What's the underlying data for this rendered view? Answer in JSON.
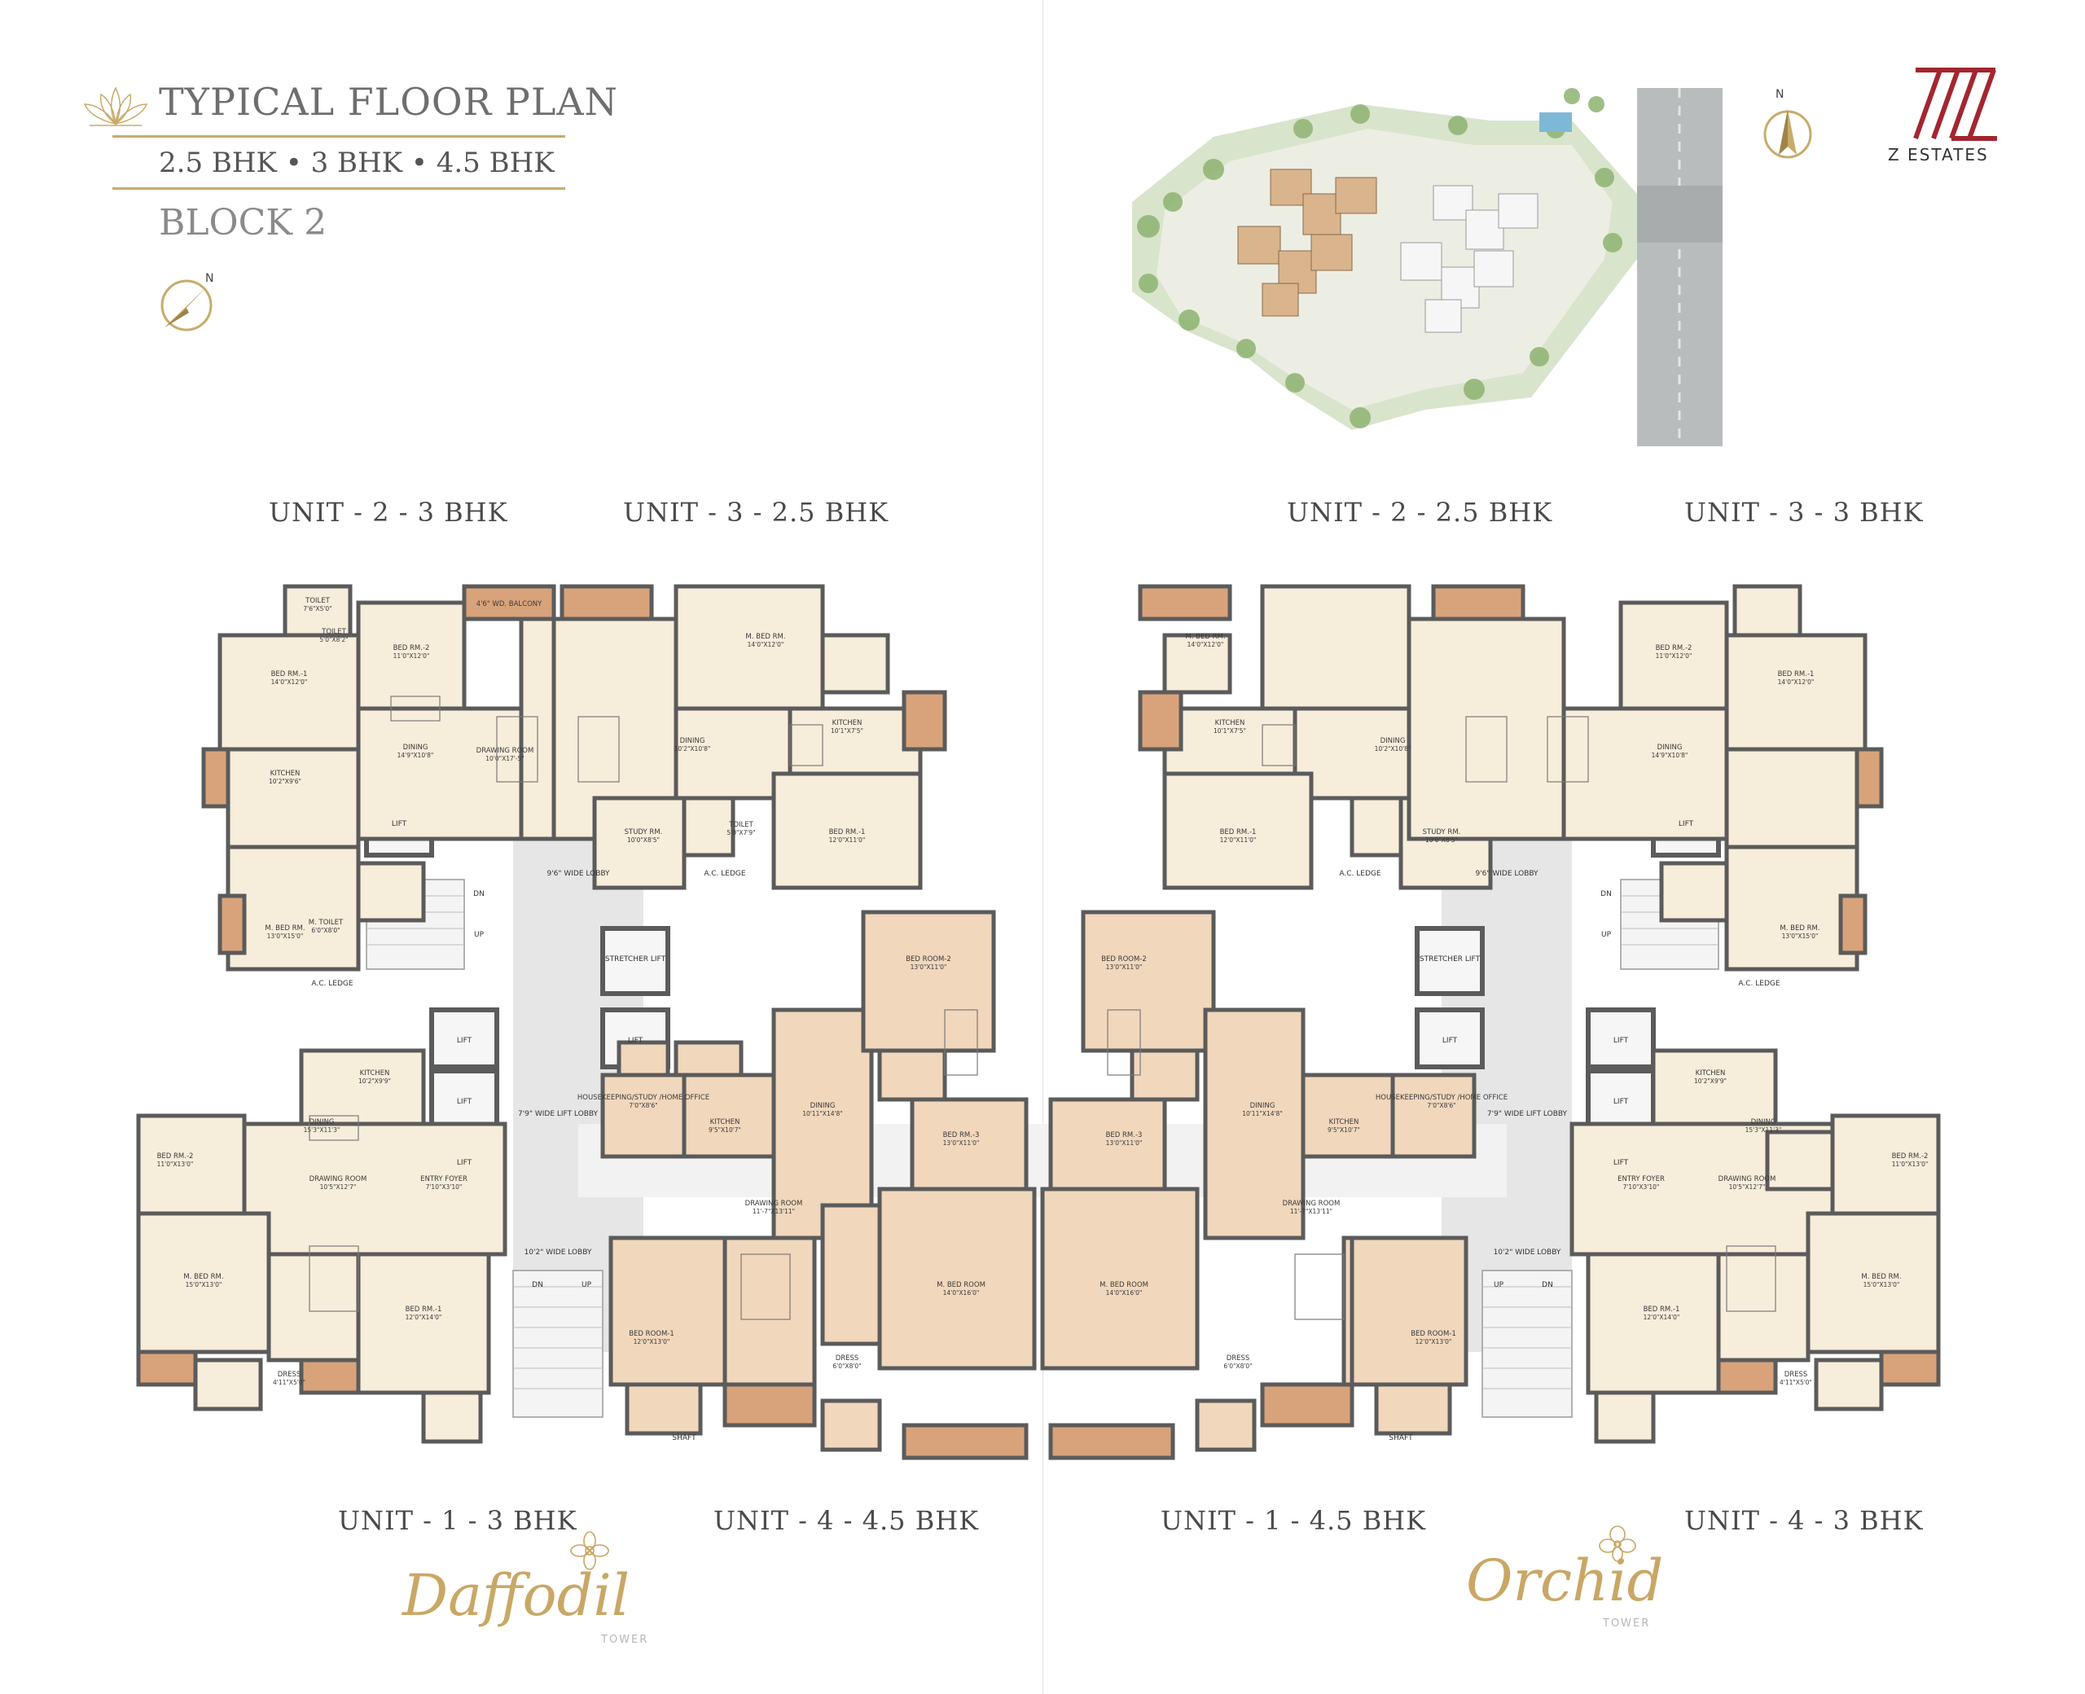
{
  "header": {
    "title": "TYPICAL FLOOR PLAN",
    "subtitle": "2.5 BHK • 3 BHK • 4.5 BHK",
    "block": "BLOCK 2",
    "compass_label": "N"
  },
  "brand": {
    "name": "Z ESTATES",
    "color": "#a3262f",
    "accent": "#c8ab6a"
  },
  "site_plan": {
    "compass_label": "N"
  },
  "unit_labels": {
    "top_left_1": "UNIT - 2 - 3 BHK",
    "top_left_2": "UNIT - 3 - 2.5 BHK",
    "top_right_1": "UNIT - 2 - 2.5 BHK",
    "top_right_2": "UNIT - 3 - 3 BHK",
    "bottom_left_1": "UNIT - 1 - 3 BHK",
    "bottom_left_2": "UNIT - 4 - 4.5 BHK",
    "bottom_right_1": "UNIT - 1 - 4.5 BHK",
    "bottom_right_2": "UNIT - 4 - 3 BHK"
  },
  "towers": {
    "left": {
      "name": "Daffodil",
      "sub": "TOWER"
    },
    "right": {
      "name": "Orchid",
      "sub": "TOWER"
    }
  },
  "rooms": [
    {
      "name": "BED RM.-2",
      "dim": "11'0\"X12'0\""
    },
    {
      "name": "BED RM.-1",
      "dim": "14'0\"X12'0\""
    },
    {
      "name": "TOILET",
      "dim": "7'6\"X5'0\""
    },
    {
      "name": "TOILET",
      "dim": "5'0\"X8'2\""
    },
    {
      "name": "4'6\" WD. BALCONY",
      "dim": ""
    },
    {
      "name": "DINING",
      "dim": "14'9\"X10'8\""
    },
    {
      "name": "DRAWING ROOM",
      "dim": "10'0\"X17'-5\""
    },
    {
      "name": "KITCHEN",
      "dim": "10'2\"X9'6\""
    },
    {
      "name": "M. BED RM.",
      "dim": "13'0\"X15'0\""
    },
    {
      "name": "M. TOILET",
      "dim": "6'0\"X8'0\""
    },
    {
      "name": "M. BED RM.",
      "dim": "14'0\"X12'0\""
    },
    {
      "name": "KITCHEN",
      "dim": "10'1\"X7'5\""
    },
    {
      "name": "DINING",
      "dim": "10'2\"X10'8\""
    },
    {
      "name": "STUDY RM.",
      "dim": "10'0\"X8'5\""
    },
    {
      "name": "BED RM.-1",
      "dim": "12'0\"X11'0\""
    },
    {
      "name": "TOILET",
      "dim": "5'0\"X7'9\""
    },
    {
      "name": "BED ROOM-2",
      "dim": "13'0\"X11'0\""
    },
    {
      "name": "BED RM.-3",
      "dim": "13'0\"X11'0\""
    },
    {
      "name": "M. BED ROOM",
      "dim": "14'0\"X16'0\""
    },
    {
      "name": "DINING",
      "dim": "10'11\"X14'8\""
    },
    {
      "name": "HOUSEKEEPING/STUDY /HOME OFFICE",
      "dim": "7'0\"X8'6\""
    },
    {
      "name": "KITCHEN",
      "dim": "9'5\"X10'7\""
    },
    {
      "name": "DRAWING ROOM",
      "dim": "11'-7\"X13'11\""
    },
    {
      "name": "BED ROOM-1",
      "dim": "12'0\"X13'0\""
    },
    {
      "name": "DRESS",
      "dim": "6'0\"X8'0\""
    },
    {
      "name": "DINING",
      "dim": "15'3\"X11'3\""
    },
    {
      "name": "DRAWING ROOM",
      "dim": "10'5\"X12'7\""
    },
    {
      "name": "ENTRY FOYER",
      "dim": "7'10\"X3'10\""
    },
    {
      "name": "BED RM.-2",
      "dim": "11'0\"X13'0\""
    },
    {
      "name": "M. BED RM.",
      "dim": "15'0\"X13'0\""
    },
    {
      "name": "BED RM.-1",
      "dim": "12'0\"X14'0\""
    },
    {
      "name": "KITCHEN",
      "dim": "10'2\"X9'9\""
    },
    {
      "name": "DRESS",
      "dim": "4'11\"X5'0\""
    }
  ],
  "core_labels": {
    "lift": "LIFT",
    "stretcher_lift": "STRETCHER LIFT",
    "lobby_top": "9'6\" WIDE LOBBY",
    "lift_lobby": "7'9\" WIDE LIFT LOBBY",
    "lobby_bottom": "10'2\" WIDE LOBBY",
    "up": "UP",
    "dn": "DN",
    "shaft": "SHAFT",
    "ac_ledge": "A.C. LEDGE"
  },
  "colors": {
    "room_cream": "#f7eddb",
    "room_tan": "#f1d7bc",
    "balcony": "#d8a37a",
    "wall": "#5b5b5b",
    "core": "#e6e6e6"
  }
}
